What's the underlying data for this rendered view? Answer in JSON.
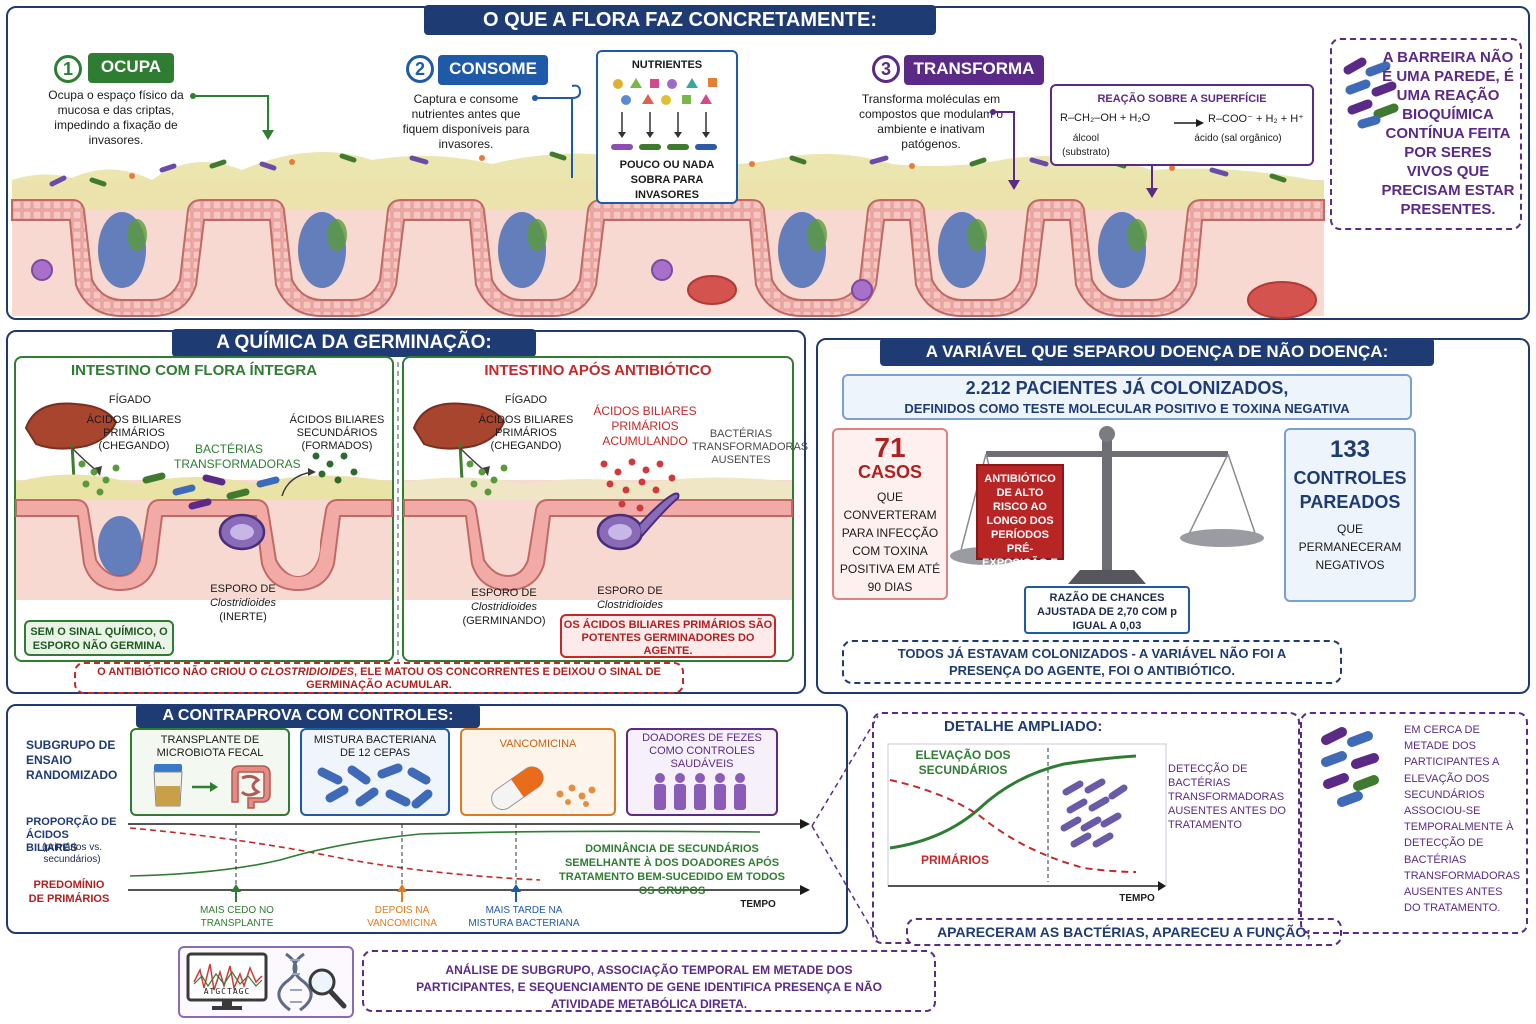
{
  "section1": {
    "title": "O QUE A FLORA FAZ CONCRETAMENTE:",
    "step1": {
      "num": "1",
      "label": "OCUPA",
      "text": "Ocupa o espaço físico da mucosa e das criptas, impedindo a fixação de invasores."
    },
    "step2": {
      "num": "2",
      "label": "CONSOME",
      "text": "Captura e consome nutrientes antes que fiquem disponíveis para invasores."
    },
    "nutrients": {
      "title": "NUTRIENTES",
      "result": "POUCO OU NADA SOBRA PARA INVASORES"
    },
    "step3": {
      "num": "3",
      "label": "TRANSFORMA",
      "text": "Transforma moléculas em compostos que modulam o ambiente e inativam patógenos."
    },
    "reaction": {
      "title": "REAÇÃO SOBRE A SUPERFÍCIE",
      "lhs": "R–CH₂–OH + H₂O",
      "rhs": "R–COO⁻ + H₂ + H⁺",
      "lhs_label": "álcool (substrato)",
      "rhs_label": "ácido (sal orgânico)"
    },
    "barrier_note": "A BARREIRA NÃO É UMA PAREDE, É UMA REAÇÃO BIOQUÍMICA CONTÍNUA FEITA POR SERES VIVOS QUE PRECISAM ESTAR PRESENTES."
  },
  "section2": {
    "title": "A QUÍMICA DA GERMINAÇÃO:",
    "left": {
      "heading": "INTESTINO COM FLORA ÍNTEGRA",
      "liver": "FÍGADO",
      "primary": "ÁCIDOS BILIARES PRIMÁRIOS (chegando)",
      "bacteria": "BACTÉRIAS TRANSFORMADORAS",
      "secondary": "ÁCIDOS BILIARES SECUNDÁRIOS (formados)",
      "spore": "ESPORO DE",
      "spore_name": "Clostridioides",
      "spore_state": "(INERTE)",
      "note": "SEM O SINAL QUÍMICO, O ESPORO NÃO GERMINA."
    },
    "right": {
      "heading": "INTESTINO APÓS ANTIBIÓTICO",
      "liver": "FÍGADO",
      "primary": "ÁCIDOS BILIARES PRIMÁRIOS (chegando)",
      "accum": "ÁCIDOS BILIARES PRIMÁRIOS ACUMULANDO",
      "absent": "BACTÉRIAS TRANSFORMADORAS AUSENTES",
      "spore1": "ESPORO DE",
      "spore1_name": "Clostridioides",
      "spore1_state": "(GERMINANDO)",
      "spore2": "ESPORO DE",
      "spore2_name": "Clostridioides",
      "note": "OS ÁCIDOS BILIARES PRIMÁRIOS SÃO POTENTES GERMINADORES DO AGENTE."
    },
    "bottom_note_a": "O ANTIBIÓTICO NÃO CRIOU O ",
    "bottom_note_b": "CLOSTRIDIOIDES",
    "bottom_note_c": ", ELE MATOU OS CONCORRENTES E DEIXOU O SINAL DE GERMINAÇÃO ACUMULAR."
  },
  "section3": {
    "title": "A VARIÁVEL QUE SEPAROU DOENÇA DE NÃO DOENÇA:",
    "patients": "2.212 PACIENTES JÁ COLONIZADOS,",
    "patients_def": "DEFINIDOS COMO TESTE MOLECULAR POSITIVO E TOXINA NEGATIVA",
    "cases_num": "71",
    "cases_label": "CASOS",
    "cases_text": "QUE CONVERTERAM PARA INFECÇÃO COM TOXINA POSITIVA EM ATÉ 90 DIAS",
    "antibiotic_box": "ANTIBIÓTICO DE ALTO RISCO AO LONGO DOS PERÍODOS PRÉ-EXPOSIÇÃO E DE EXPOSIÇÃO",
    "controls_num": "133",
    "controls_label": "CONTROLES PAREADOS",
    "controls_text": "QUE PERMANECERAM NEGATIVOS",
    "odds": "RAZÃO DE CHANCES AJUSTADA DE 2,70 COM p IGUAL A 0,03",
    "conclusion": "TODOS JÁ ESTAVAM COLONIZADOS - A VARIÁVEL NÃO FOI A PRESENÇA DO AGENTE, FOI O ANTIBIÓTICO."
  },
  "section4": {
    "title": "A CONTRAPROVA COM CONTROLES:",
    "subgroup": "SUBGRUPO DE ENSAIO RANDOMIZADO",
    "proportion": "PROPORÇÃO DE ÁCIDOS BILIARES",
    "proportion_sub": "(primários vs. secundários)",
    "predominance": "PREDOMÍNIO DE PRIMÁRIOS",
    "treatments": [
      "TRANSPLANTE DE MICROBIOTA FECAL",
      "MISTURA BACTERIANA DE 12 CEPAS",
      "VANCOMICINA",
      "DOADORES DE FEZES COMO CONTROLES SAUDÁVEIS"
    ],
    "dominance": "DOMINÂNCIA DE SECUNDÁRIOS SEMELHANTE À DOS DOADORES APÓS TRATAMENTO BEM-SUCEDIDO EM TODOS OS GRUPOS",
    "time": "TEMPO",
    "markers": [
      "MAIS CEDO NO TRANSPLANTE",
      "DEPOIS NA VANCOMICINA",
      "MAIS TARDE NA MISTURA BACTERIANA"
    ]
  },
  "section5": {
    "title": "DETALHE AMPLIADO:",
    "secondary": "ELEVAÇÃO DOS SECUNDÁRIOS",
    "primary": "PRIMÁRIOS",
    "time": "TEMPO",
    "detection": "DETECÇÃO DE BACTÉRIAS TRANSFORMADORAS AUSENTES ANTES DO TRATAMENTO",
    "note": "EM CERCA DE METADE DOS PARTICIPANTES A ELEVAÇÃO DOS SECUNDÁRIOS ASSOCIOU-SE TEMPORALMENTE À DETECÇÃO DE BACTÉRIAS TRANSFORMADORAS AUSENTES ANTES DO TRATAMENTO.",
    "conclusion": "APARECERAM AS BACTÉRIAS, APARECEU A FUNÇÃO;"
  },
  "footer": {
    "sequence": "ATGCTAGC",
    "text": "ANÁLISE DE SUBGRUPO, ASSOCIAÇÃO TEMPORAL EM METADE DOS PARTICIPANTES, E SEQUENCIAMENTO DE GENE IDENTIFICA PRESENÇA E NÃO ATIVIDADE METABÓLICA DIRETA."
  },
  "colors": {
    "navy": "#1f3b73",
    "green": "#2e7d32",
    "blue": "#1e5aa8",
    "purple": "#5b2a86",
    "red": "#c62828",
    "orange": "#e07a1e"
  }
}
